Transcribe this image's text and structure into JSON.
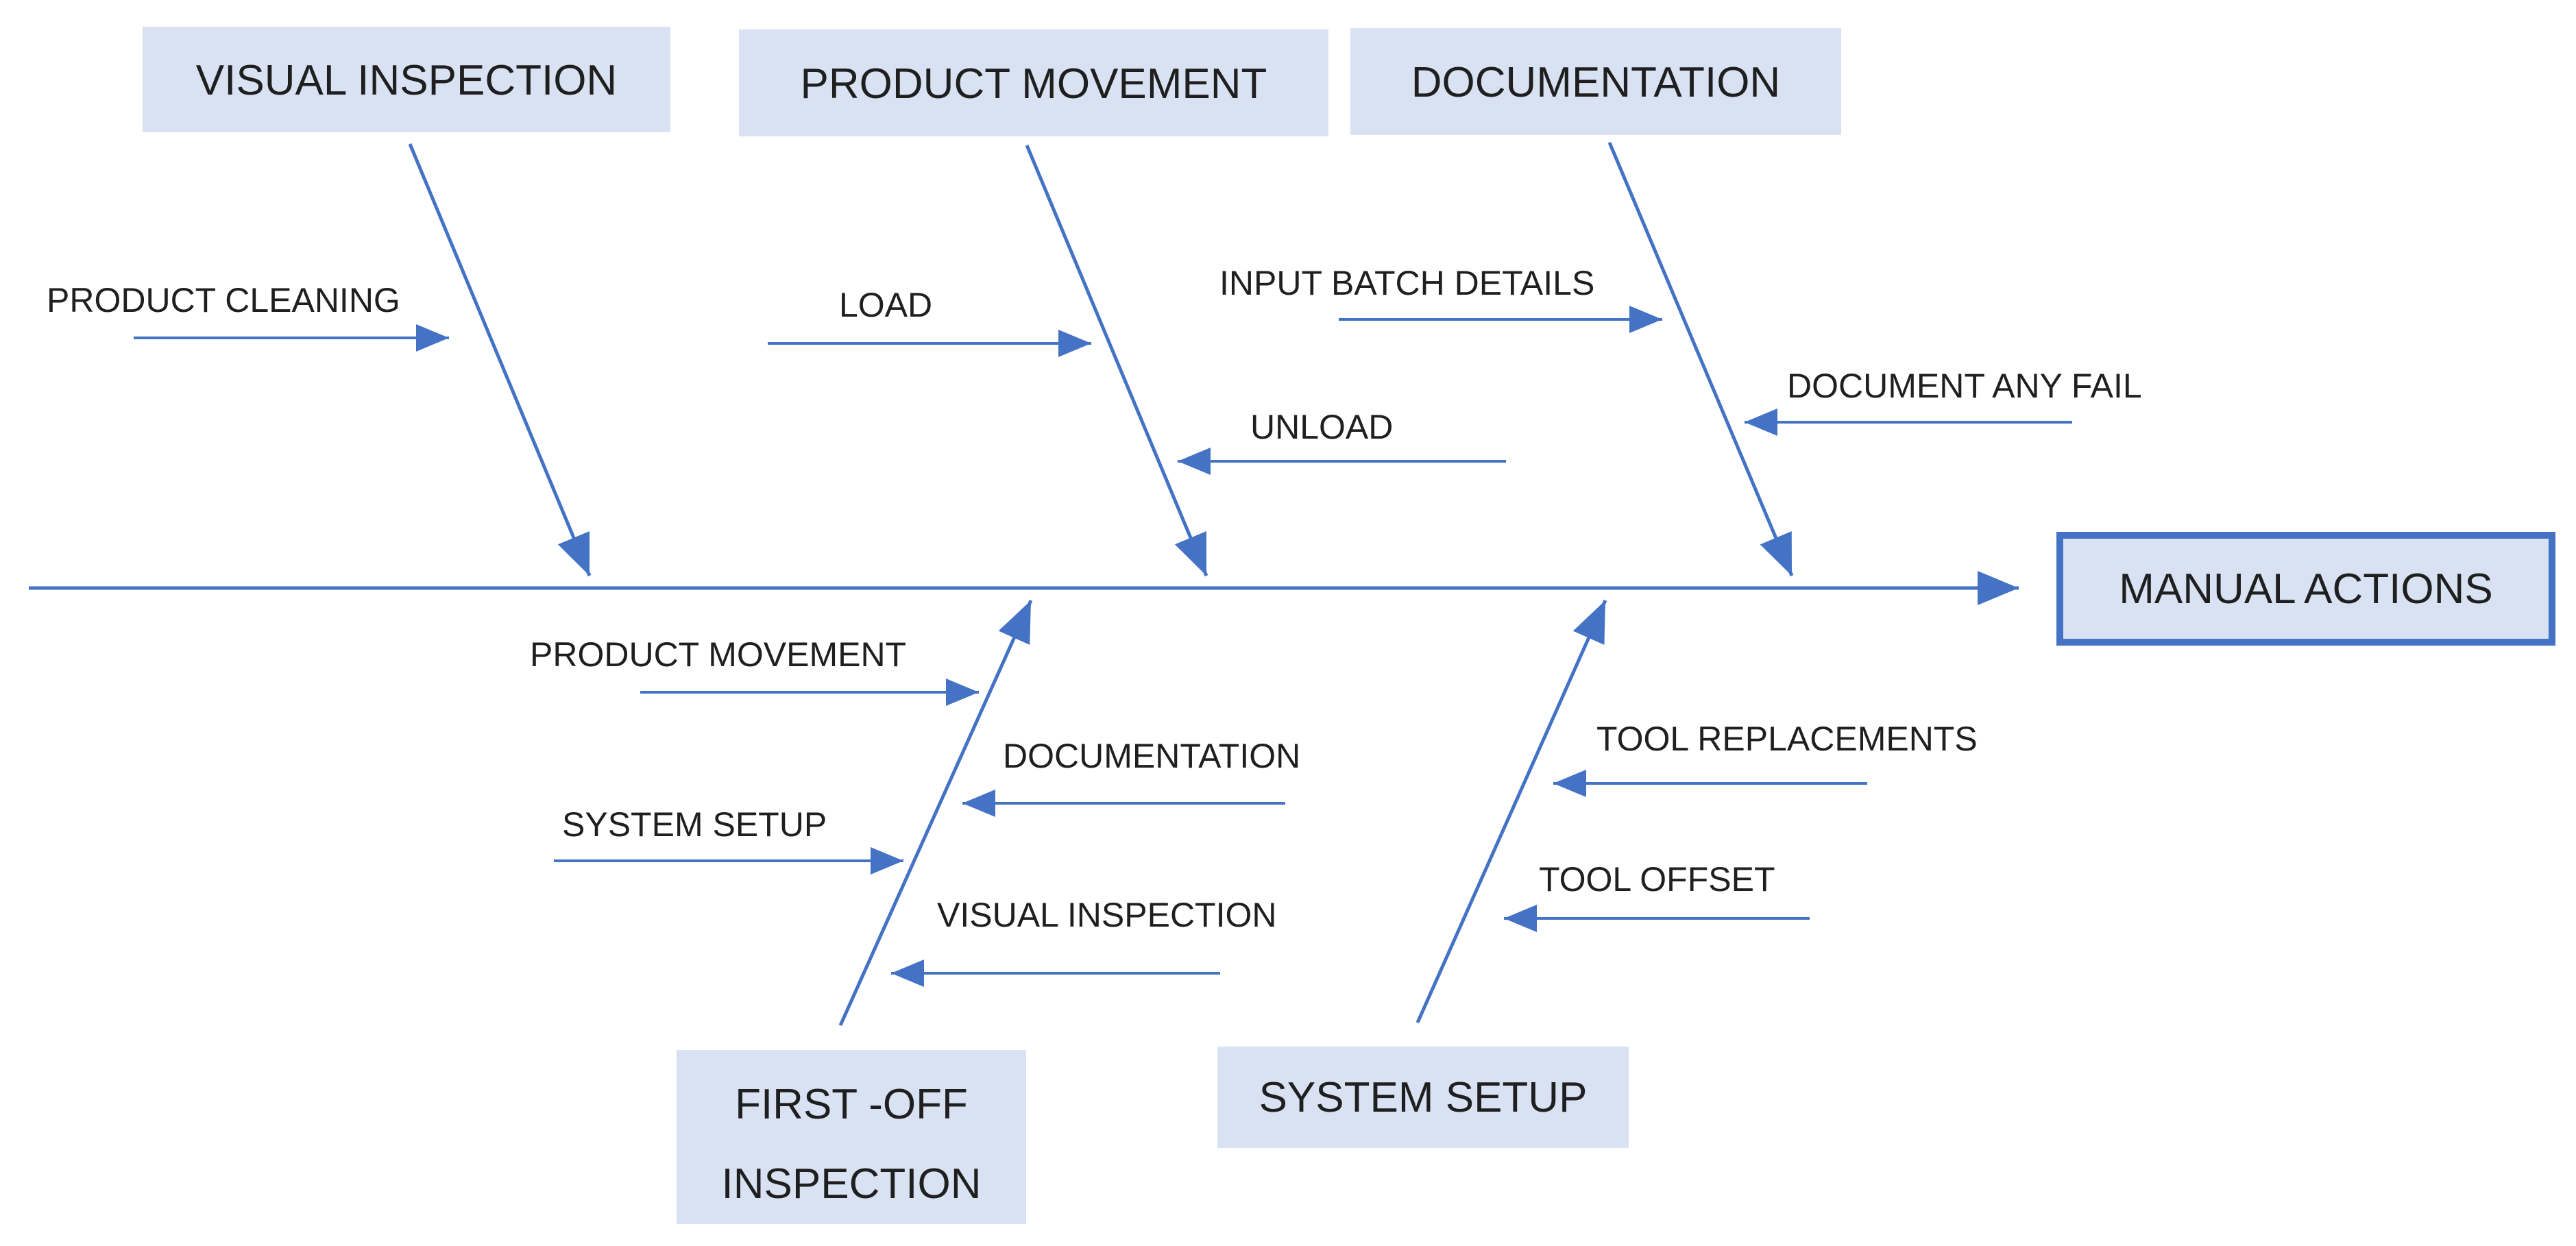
{
  "diagram": {
    "type": "fishbone-ishikawa",
    "effect": {
      "label": "MANUAL ACTIONS"
    },
    "colors": {
      "line": "#4472C4",
      "category_fill": "#D9E2F3",
      "effect_fill": "#D9E2F3",
      "effect_border": "#4472C4",
      "text": "#1F1F1F"
    },
    "categories": [
      {
        "label": "VISUAL INSPECTION",
        "position": "top",
        "causes": [
          "PRODUCT CLEANING"
        ]
      },
      {
        "label": "PRODUCT MOVEMENT",
        "position": "top",
        "causes": [
          "LOAD",
          "UNLOAD"
        ]
      },
      {
        "label": "DOCUMENTATION",
        "position": "top",
        "causes": [
          "INPUT BATCH DETAILS",
          "DOCUMENT ANY FAIL"
        ]
      },
      {
        "label": "FIRST -OFF INSPECTION",
        "label_lines": [
          "FIRST -OFF",
          "INSPECTION"
        ],
        "position": "bottom",
        "causes": [
          "PRODUCT MOVEMENT",
          "SYSTEM SETUP",
          "DOCUMENTATION",
          "VISUAL INSPECTION"
        ]
      },
      {
        "label": "SYSTEM SETUP",
        "position": "bottom",
        "causes": [
          "TOOL REPLACEMENTS",
          "TOOL OFFSET"
        ]
      }
    ]
  }
}
